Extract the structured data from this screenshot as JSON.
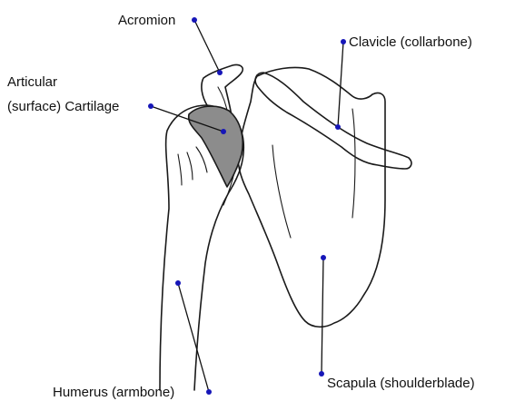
{
  "labels": {
    "acromion": "Acromion",
    "clavicle": "Clavicle (collarbone)",
    "cartilage_line1": "Articular",
    "cartilage_line2": "(surface) Cartilage",
    "humerus": "Humerus (armbone)",
    "scapula": "Scapula (shoulderblade)"
  },
  "colors": {
    "marker": "#1616b8",
    "outline": "#1a1a1a",
    "cartilage_fill": "#8c8c8c"
  }
}
